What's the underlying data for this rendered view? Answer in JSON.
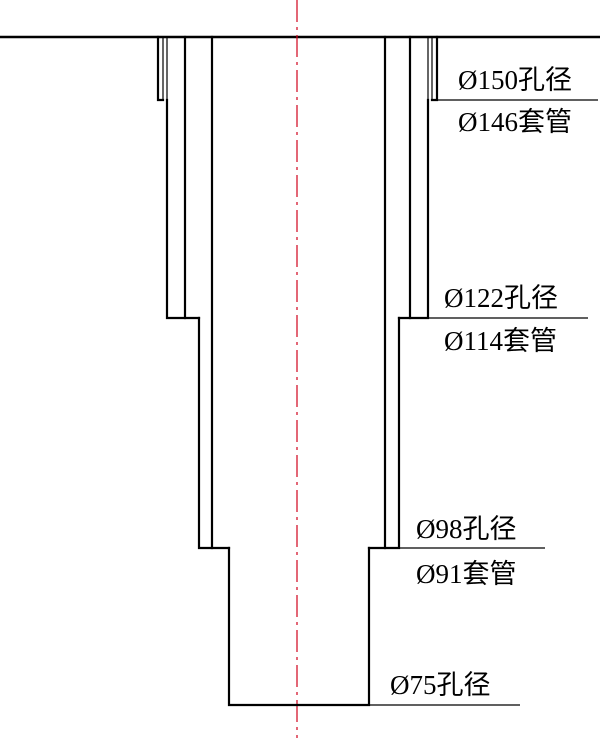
{
  "labels": [
    {
      "hole": "Ø150孔径",
      "casing": "Ø146套管"
    },
    {
      "hole": "Ø122孔径",
      "casing": "Ø114套管"
    },
    {
      "hole": "Ø98孔径",
      "casing": "Ø91套管"
    },
    {
      "hole": "Ø75孔径"
    }
  ],
  "colors": {
    "line": "#000000",
    "axis": "#d0021b",
    "background": "#ffffff"
  }
}
